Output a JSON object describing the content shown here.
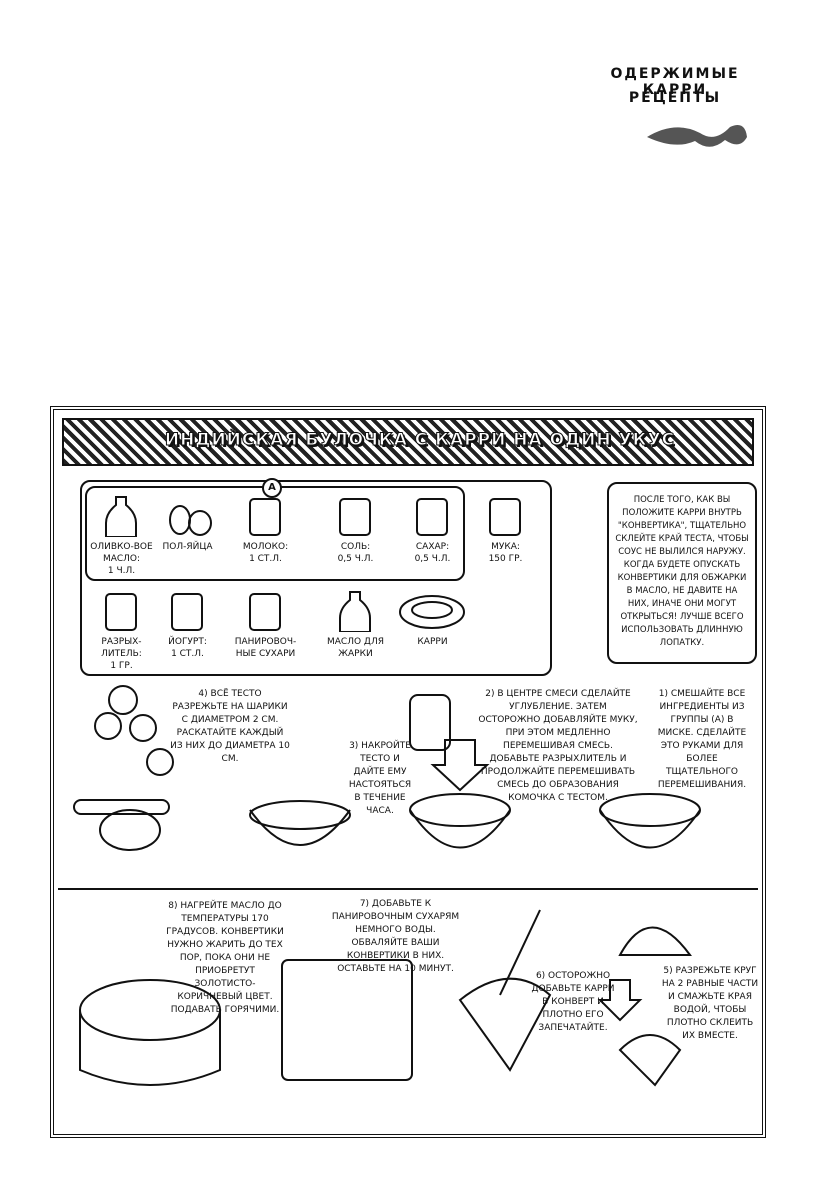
{
  "header": {
    "line1": "ОДЕРЖИМЫЕ КАРРИ",
    "line2": "РЕЦЕПТЫ"
  },
  "title": "ИНДИЙСКАЯ БУЛОЧКА С КАРРИ НА ОДИН УКУС",
  "group_marker": "A",
  "ingredients": [
    {
      "name": "ОЛИВКО-ВОЕ МАСЛО:",
      "amount": "1 Ч.Л.",
      "icon": "bottle-icon"
    },
    {
      "name": "ПОЛ-ЯЙЦА",
      "amount": "",
      "icon": "eggs-icon"
    },
    {
      "name": "МОЛОКО:",
      "amount": "1 СТ.Л.",
      "icon": "milk-carton-icon"
    },
    {
      "name": "СОЛЬ:",
      "amount": "0,5 Ч.Л.",
      "icon": "salt-shaker-icon"
    },
    {
      "name": "САХАР:",
      "amount": "0,5 Ч.Л.",
      "icon": "sugar-jar-icon"
    },
    {
      "name": "МУКА:",
      "amount": "150 ГР.",
      "icon": "flour-bag-icon"
    },
    {
      "name": "РАЗРЫХ-ЛИТЕЛЬ:",
      "amount": "1 ГР.",
      "icon": "can-icon"
    },
    {
      "name": "ЙОГУРТ:",
      "amount": "1 СТ.Л.",
      "icon": "yogurt-tub-icon"
    },
    {
      "name": "ПАНИРОВОЧ-НЫЕ СУХАРИ",
      "amount": "",
      "icon": "breadcrumbs-bag-icon"
    },
    {
      "name": "МАСЛО ДЛЯ ЖАРКИ",
      "amount": "",
      "icon": "bottle-icon"
    },
    {
      "name": "КАРРИ",
      "amount": "",
      "icon": "curry-bowl-icon"
    }
  ],
  "note": "После того, как вы положите карри внутрь \"конвертика\", тщательно склейте край теста, чтобы соус не вылился наружу. Когда будете опускать конвертики для обжарки в масло, не давите на них, иначе они могут открыться! Лучше всего использовать длинную лопатку.",
  "steps": {
    "s1": "1) Смешайте все ингредиенты из группы (А) в миске. Сделайте это руками для более тщательного перемешивания.",
    "s2": "2) В центре смеси сделайте углубление. Затем осторожно добавляйте муку, при этом медленно перемешивая смесь. Добавьте разрыхлитель и продолжайте перемешивать смесь до образования комочка с тестом.",
    "s3": "3) Накройте тесто и дайте ему настояться в течение часа.",
    "s4": "4) Всё тесто разрежьте на шарики с диаметром 2 см. Раскатайте каждый из них до диаметра 10 см.",
    "s5": "5) Разрежьте круг на 2 равные части и смажьте края водой, чтобы плотно склеить их вместе.",
    "s6": "6) Осторожно добавьте карри в конверт и плотно его запечатайте.",
    "s7": "7) Добавьте к панировочным сухарям немного воды. Обваляйте ваши конвертики в них. Оставьте на 10 минут.",
    "s8": "8) Нагрейте масло до температуры 170 градусов. Конвертики нужно жарить до тех пор, пока они не приобретут золотисто-коричневый цвет. Подавать горячими."
  }
}
